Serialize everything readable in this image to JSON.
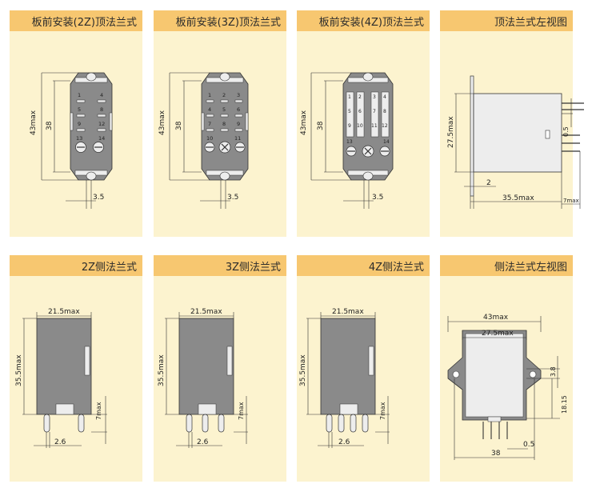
{
  "colors": {
    "panel_bg": "#fcf3cf",
    "header_bg": "#f7c770",
    "body_fill": "#8a8a8a",
    "face_fill": "#ededed",
    "line": "#333333"
  },
  "panels": [
    {
      "title": "板前安装(2Z)顶法兰式",
      "dims": {
        "total": "43max",
        "inner": "38",
        "offset": "3.5"
      },
      "pins": [
        "1",
        "4",
        "5",
        "8",
        "9",
        "12",
        "13",
        "14"
      ]
    },
    {
      "title": "板前安装(3Z)顶法兰式",
      "dims": {
        "total": "43max",
        "inner": "38",
        "offset": "3.5"
      },
      "pins": [
        "1",
        "2",
        "3",
        "4",
        "5",
        "6",
        "7",
        "8",
        "9",
        "10",
        "11"
      ]
    },
    {
      "title": "板前安装(4Z)顶法兰式",
      "dims": {
        "total": "43max",
        "inner": "38",
        "offset": "3.5"
      },
      "pins": [
        "1",
        "2",
        "3",
        "4",
        "5",
        "6",
        "7",
        "8",
        "9",
        "10",
        "11",
        "12",
        "13",
        "14"
      ]
    },
    {
      "title": "顶法兰式左视图",
      "dims": {
        "height": "27.5max",
        "gap": "2",
        "length": "35.5max",
        "pin": "7max",
        "thick": "0.5"
      }
    },
    {
      "title": "2Z侧法兰式",
      "dims": {
        "width": "21.5max",
        "height": "35.5max",
        "pin": "7max",
        "pitch": "2.6"
      }
    },
    {
      "title": "3Z侧法兰式",
      "dims": {
        "width": "21.5max",
        "height": "35.5max",
        "pin": "7max",
        "pitch": "2.6"
      }
    },
    {
      "title": "4Z侧法兰式",
      "dims": {
        "width": "21.5max",
        "height": "35.5max",
        "pin": "7max",
        "pitch": "2.6"
      }
    },
    {
      "title": "侧法兰式左视图",
      "dims": {
        "total": "43max",
        "inner": "27.5max",
        "top": "3.8",
        "mid": "18.15",
        "base": "38",
        "thick": "0.5"
      }
    }
  ]
}
